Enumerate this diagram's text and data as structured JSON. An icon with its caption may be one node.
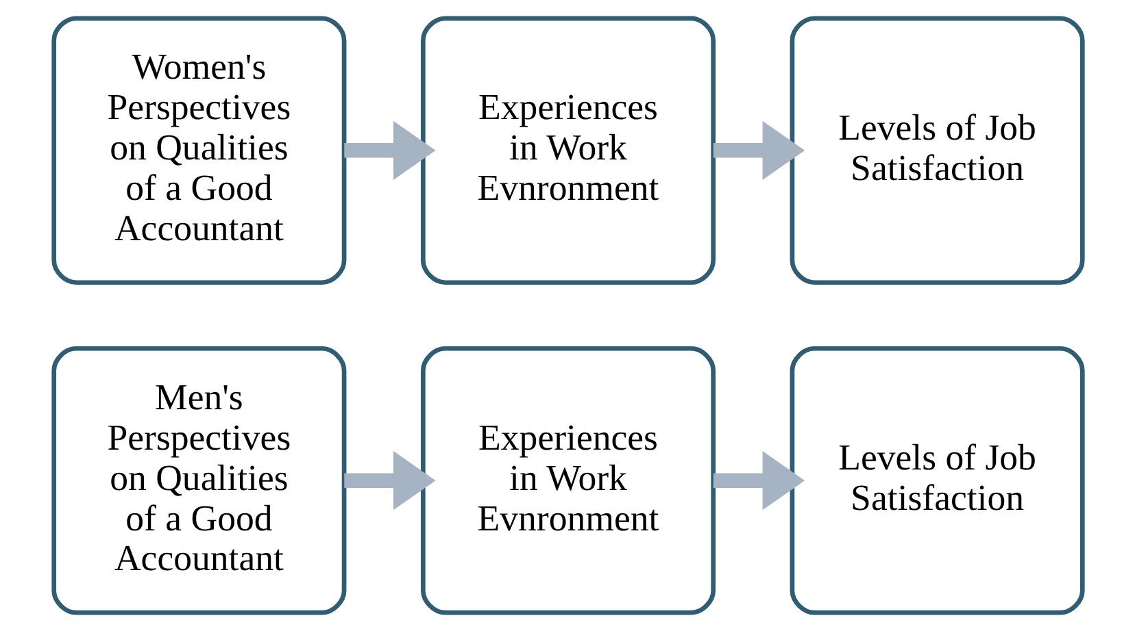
{
  "diagram": {
    "nodes": [
      {
        "text": [
          "Women's Perspectives on Qualities of a Good Accountant"
        ]
      },
      {
        "text": [
          "Experiences in Work Evnronment"
        ]
      },
      {
        "text": [
          "Levels of Job Satisfaction"
        ]
      },
      {
        "text": [
          "Men's Perspectives on Qualities of a Good Accountant"
        ]
      },
      {
        "text": [
          "Experiences in Work Evnronment"
        ]
      },
      {
        "text": [
          "Levels of Job Satisfaction"
        ]
      }
    ],
    "edges": [
      {
        "from": 0,
        "to": 1,
        "arrow": "to"
      },
      {
        "from": 1,
        "to": 2,
        "arrow": "to"
      },
      {
        "from": 3,
        "to": 4,
        "arrow": "to"
      },
      {
        "from": 4,
        "to": 5,
        "arrow": "to"
      }
    ]
  }
}
